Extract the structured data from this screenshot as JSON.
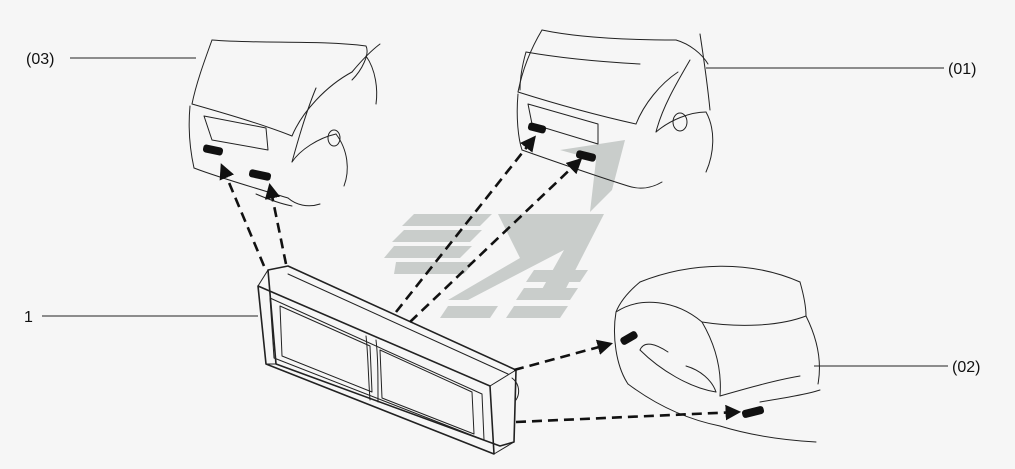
{
  "labels": {
    "part": "1",
    "pos_01": "(01)",
    "pos_02": "(02)",
    "pos_03": "(03)"
  },
  "colors": {
    "line": "#222222",
    "watermark": "#c9cdcb",
    "background": "#f6f6f6"
  },
  "icons": [
    "reflector-part",
    "car-rear-hatchback",
    "car-rear-sedan",
    "dashed-arrow",
    "watermark-logo"
  ]
}
